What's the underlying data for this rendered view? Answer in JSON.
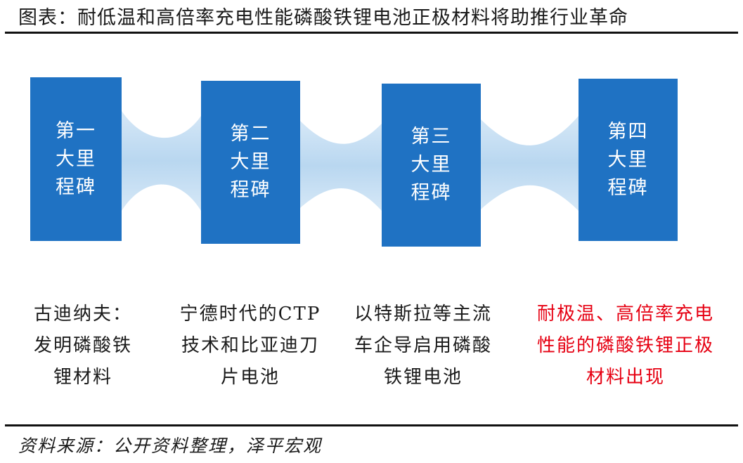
{
  "title": "图表：耐低温和高倍率充电性能磷酸铁锂电池正极材料将助推行业革命",
  "milestones": [
    {
      "label": "第一大里程碑",
      "description": "古迪纳夫：发明磷酸铁锂材料"
    },
    {
      "label": "第二大里程碑",
      "description": "宁德时代的CTP技术和比亚迪刀片电池"
    },
    {
      "label": "第三大里程碑",
      "description": "以特斯拉等主流车企导启用磷酸铁锂电池"
    },
    {
      "label": "第四大里程碑",
      "description": "耐极温、高倍率充电性能的磷酸铁锂正极材料出现"
    }
  ],
  "source": "资料来源：公开资料整理，泽平宏观",
  "colors": {
    "milestone_box": "#1f72c3",
    "connector": "#c6dff3",
    "highlight_text": "#e60012"
  }
}
